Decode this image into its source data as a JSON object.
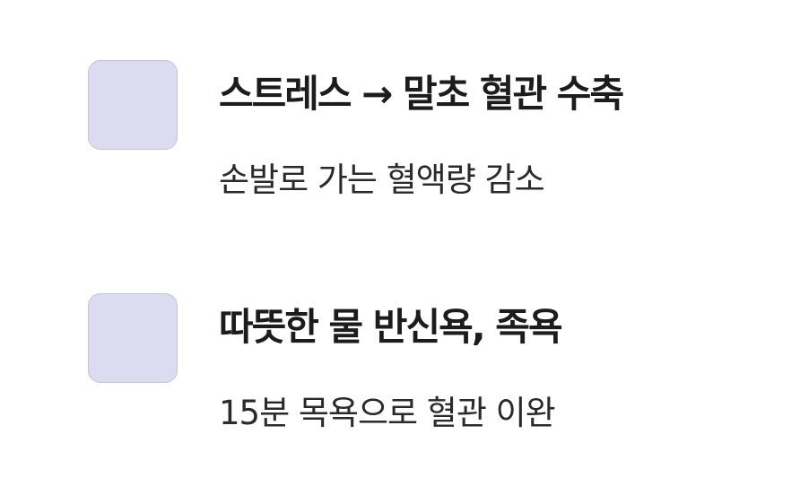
{
  "items": [
    {
      "icon": "placeholder-square-icon",
      "title": "스트레스 → 말초 혈관 수축",
      "description": "손발로 가는 혈액량 감소"
    },
    {
      "icon": "placeholder-square-icon",
      "title": "따뜻한 물 반신욕, 족욕",
      "description": "15분 목욕으로 혈관 이완"
    }
  ],
  "colors": {
    "icon_fill": "#dcdcf0",
    "icon_border": "#c3c3d9",
    "title_text": "#1c1c1c",
    "description_text": "#2a2a2a"
  }
}
